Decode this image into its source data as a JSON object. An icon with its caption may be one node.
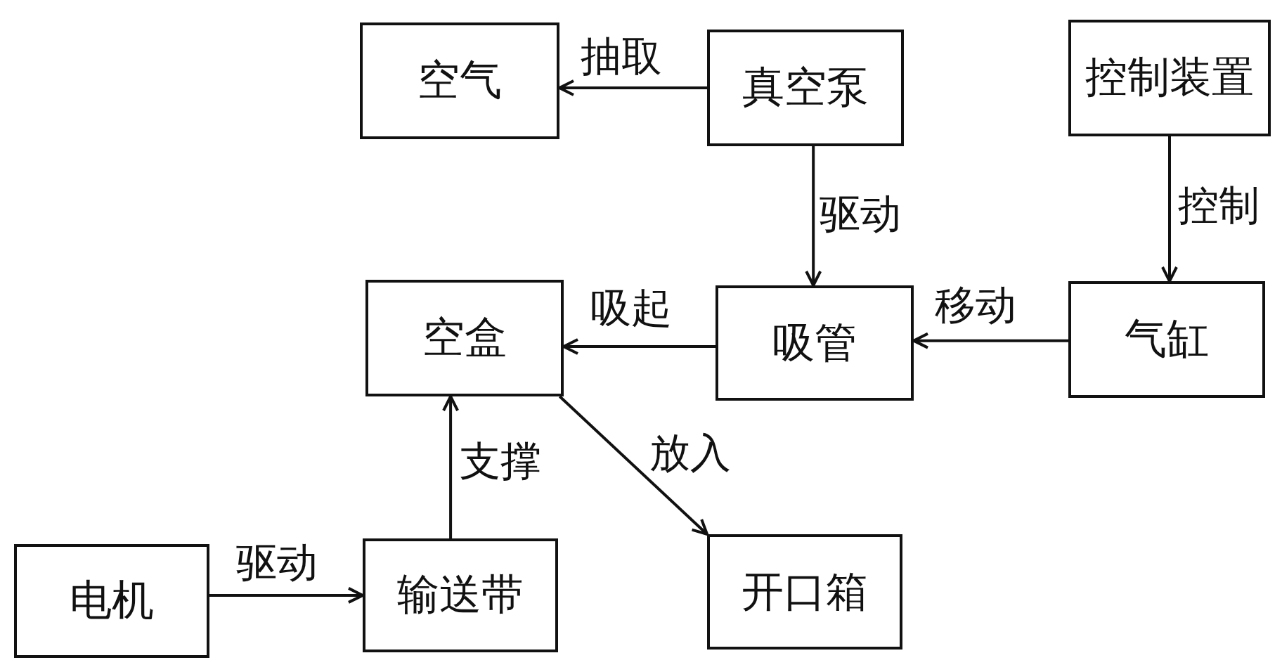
{
  "diagram": {
    "nodes": [
      {
        "text": [
          "空气"
        ]
      },
      {
        "text": [
          "真空泵"
        ]
      },
      {
        "text": [
          "控制装置"
        ]
      },
      {
        "text": [
          "空盒"
        ]
      },
      {
        "text": [
          "吸管"
        ]
      },
      {
        "text": [
          "气缸"
        ]
      },
      {
        "text": [
          "电机"
        ]
      },
      {
        "text": [
          "输送带"
        ]
      },
      {
        "text": [
          "开口箱"
        ]
      }
    ],
    "edges": [
      {
        "from": 1,
        "to": 0,
        "arrow": "to",
        "label": "抽取"
      },
      {
        "from": 1,
        "to": 4,
        "arrow": "to",
        "label": "驱动"
      },
      {
        "from": 2,
        "to": 5,
        "arrow": "to",
        "label": "控制"
      },
      {
        "from": 4,
        "to": 3,
        "arrow": "to",
        "label": "吸起"
      },
      {
        "from": 5,
        "to": 4,
        "arrow": "to",
        "label": "移动"
      },
      {
        "from": 7,
        "to": 3,
        "arrow": "to",
        "label": "支撑"
      },
      {
        "from": 3,
        "to": 8,
        "arrow": "to",
        "label": "放入"
      },
      {
        "from": 6,
        "to": 7,
        "arrow": "to",
        "label": "驱动"
      }
    ]
  }
}
